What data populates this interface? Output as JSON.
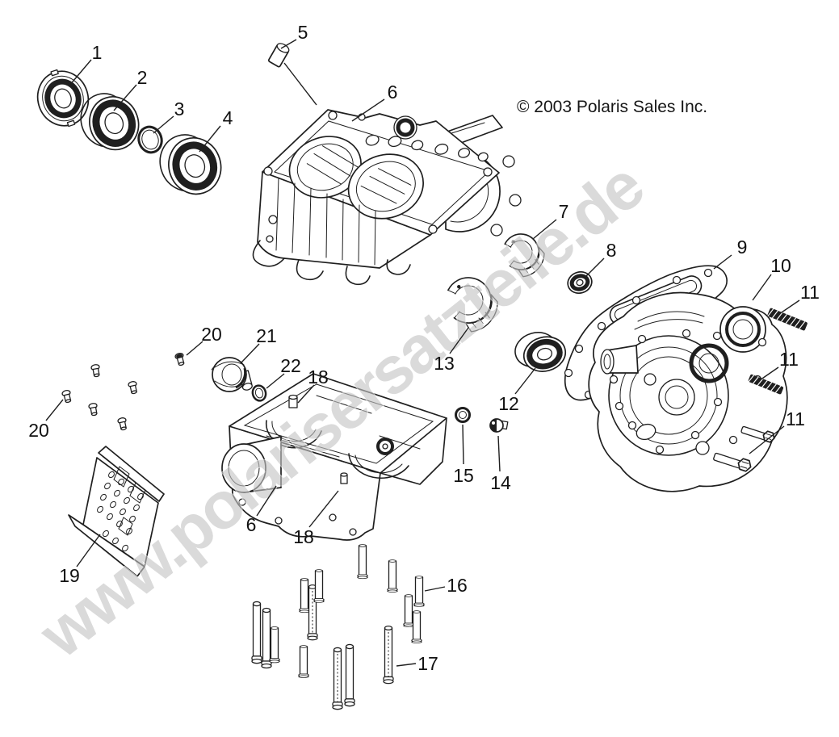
{
  "diagram": {
    "copyright": "© 2003 Polaris Sales Inc.",
    "watermark": "www.polarisersatzteile.de",
    "ink_color": "#1f1f1f",
    "watermark_color": "#c4c4c4",
    "callouts": [
      {
        "n": "1",
        "t": [
          120,
          65
        ],
        "lines": [
          [
            113,
            74,
            85,
            107
          ]
        ]
      },
      {
        "n": "2",
        "t": [
          176,
          96
        ],
        "lines": [
          [
            169,
            105,
            141,
            137
          ]
        ]
      },
      {
        "n": "3",
        "t": [
          222,
          135
        ],
        "lines": [
          [
            215,
            144,
            190,
            165
          ]
        ]
      },
      {
        "n": "4",
        "t": [
          282,
          146
        ],
        "lines": [
          [
            273,
            156,
            247,
            188
          ]
        ]
      },
      {
        "n": "5",
        "t": [
          375,
          40
        ],
        "lines": [
          [
            367,
            49,
            348,
            60
          ],
          [
            352,
            78,
            392,
            130
          ]
        ]
      },
      {
        "n": "6",
        "t": [
          486,
          114
        ],
        "lines": [
          [
            476,
            123,
            436,
            150
          ]
        ]
      },
      {
        "n": "6",
        "t": [
          311,
          650
        ],
        "lines": [
          [
            318,
            639,
            342,
            602
          ]
        ]
      },
      {
        "n": "7",
        "t": [
          698,
          262
        ],
        "lines": [
          [
            689,
            272,
            660,
            296
          ]
        ]
      },
      {
        "n": "8",
        "t": [
          757,
          310
        ],
        "lines": [
          [
            748,
            320,
            726,
            342
          ]
        ]
      },
      {
        "n": "9",
        "t": [
          919,
          306
        ],
        "lines": [
          [
            906,
            316,
            884,
            333
          ]
        ]
      },
      {
        "n": "10",
        "t": [
          967,
          329
        ],
        "lines": [
          [
            955,
            340,
            932,
            372
          ]
        ]
      },
      {
        "n": "11",
        "t": [
          1003,
          362
        ],
        "lines": [
          [
            990,
            372,
            962,
            391
          ]
        ]
      },
      {
        "n": "11",
        "t": [
          977,
          445
        ],
        "lines": [
          [
            964,
            455,
            938,
            473
          ]
        ]
      },
      {
        "n": "11",
        "t": [
          985,
          519
        ],
        "lines": [
          [
            971,
            528,
            928,
            562
          ]
        ]
      },
      {
        "n": "12",
        "t": [
          630,
          500
        ],
        "lines": [
          [
            638,
            488,
            663,
            456
          ]
        ]
      },
      {
        "n": "13",
        "t": [
          550,
          450
        ],
        "lines": [
          [
            557,
            438,
            580,
            406
          ]
        ]
      },
      {
        "n": "14",
        "t": [
          620,
          598
        ],
        "lines": [
          [
            619,
            584,
            617,
            540
          ]
        ]
      },
      {
        "n": "15",
        "t": [
          574,
          589
        ],
        "lines": [
          [
            574,
            575,
            573,
            526
          ]
        ]
      },
      {
        "n": "16",
        "t": [
          566,
          725
        ],
        "lines": [
          [
            551,
            727,
            526,
            732
          ]
        ]
      },
      {
        "n": "17",
        "t": [
          530,
          822
        ],
        "lines": [
          [
            515,
            822,
            491,
            825
          ]
        ]
      },
      {
        "n": "18",
        "t": [
          394,
          467
        ],
        "lines": [
          [
            389,
            477,
            369,
            499
          ]
        ]
      },
      {
        "n": "18",
        "t": [
          376,
          665
        ],
        "lines": [
          [
            383,
            653,
            419,
            608
          ]
        ]
      },
      {
        "n": "19",
        "t": [
          86,
          713
        ],
        "lines": [
          [
            95,
            702,
            124,
            662
          ]
        ]
      },
      {
        "n": "20",
        "t": [
          262,
          414
        ],
        "lines": [
          [
            251,
            423,
            231,
            440
          ]
        ]
      },
      {
        "n": "20",
        "t": [
          48,
          533
        ],
        "lines": [
          [
            57,
            521,
            78,
            495
          ]
        ]
      },
      {
        "n": "21",
        "t": [
          330,
          416
        ],
        "lines": [
          [
            321,
            426,
            298,
            450
          ]
        ]
      },
      {
        "n": "22",
        "t": [
          360,
          453
        ],
        "lines": [
          [
            352,
            463,
            330,
            481
          ]
        ]
      }
    ]
  }
}
